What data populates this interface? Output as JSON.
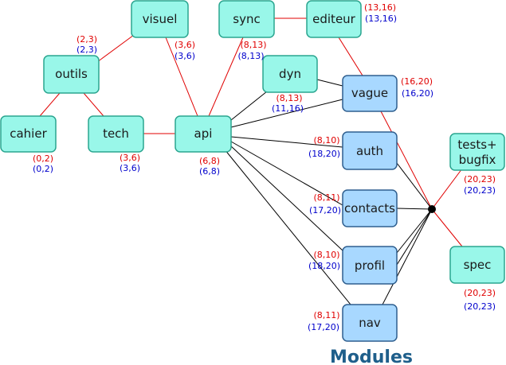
{
  "title": "Modules",
  "colors": {
    "teal_fill": "#99f7e9",
    "teal_stroke": "#2aa58f",
    "blue_fill": "#a8d8ff",
    "blue_stroke": "#2f5f8f",
    "red_edge": "#e00000",
    "black_edge": "#000000",
    "title": "#1f5f8b",
    "annotation_red": "#e00000",
    "annotation_blue": "#0000cc"
  },
  "nodes": {
    "visuel": {
      "label": "visuel"
    },
    "sync": {
      "label": "sync"
    },
    "editeur": {
      "label": "editeur"
    },
    "outils": {
      "label": "outils"
    },
    "dyn": {
      "label": "dyn"
    },
    "vague": {
      "label": "vague"
    },
    "cahier": {
      "label": "cahier"
    },
    "tech": {
      "label": "tech"
    },
    "api": {
      "label": "api"
    },
    "auth": {
      "label": "auth"
    },
    "tests": {
      "label1": "tests+",
      "label2": "bugfix"
    },
    "contacts": {
      "label": "contacts"
    },
    "profil": {
      "label": "profil"
    },
    "spec": {
      "label": "spec"
    },
    "nav": {
      "label": "nav"
    }
  },
  "annotations": {
    "outils_red": "(2,3)",
    "outils_blue": "(2,3)",
    "visuel_red": "(3,6)",
    "visuel_blue": "(3,6)",
    "sync_red": "(8,13)",
    "sync_blue": "(8,13)",
    "editeur_red": "(13,16)",
    "editeur_blue": "(13,16)",
    "vague_red": "(16,20)",
    "vague_blue": "(16,20)",
    "dyn_red": "(8,13)",
    "dyn_blue": "(11,16)",
    "cahier_red": "(0,2)",
    "cahier_blue": "(0,2)",
    "tech_red": "(3,6)",
    "tech_blue": "(3,6)",
    "api_red": "(6,8)",
    "api_blue": "(6,8)",
    "auth_red": "(8,10)",
    "auth_blue": "(18,20)",
    "contacts_red": "(8,11)",
    "contacts_blue": "(17,20)",
    "profil_red": "(8,10)",
    "profil_blue": "(18,20)",
    "nav_red": "(8,11)",
    "nav_blue": "(17,20)",
    "tests_red": "(20,23)",
    "tests_blue": "(20,23)",
    "spec_red": "(20,23)",
    "spec_blue": "(20,23)"
  }
}
